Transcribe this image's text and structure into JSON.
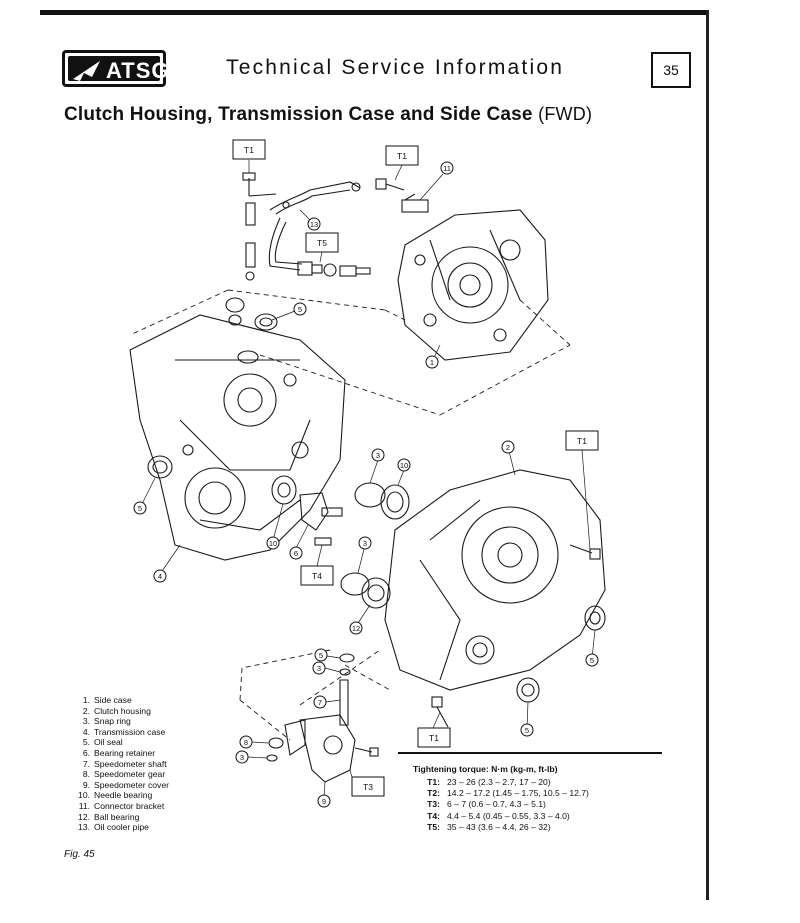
{
  "header": {
    "logo_text": "ATSG",
    "title": "Technical Service Information",
    "page_number": "35"
  },
  "page_title": {
    "main": "Clutch Housing, Transmission Case and Side Case",
    "sub": "(FWD)"
  },
  "diagram": {
    "torque_tags": [
      "T1",
      "T1",
      "T5",
      "T1",
      "T4",
      "T3",
      "T1"
    ],
    "callouts": [
      "11",
      "13",
      "5",
      "1",
      "2",
      "3",
      "10",
      "5",
      "10",
      "6",
      "4",
      "3",
      "12",
      "5",
      "3",
      "7",
      "8",
      "3",
      "9",
      "5",
      "5"
    ]
  },
  "legend": [
    {
      "num": "1.",
      "label": "Side case"
    },
    {
      "num": "2.",
      "label": "Clutch housing"
    },
    {
      "num": "3.",
      "label": "Snap ring"
    },
    {
      "num": "4.",
      "label": "Transmission case"
    },
    {
      "num": "5.",
      "label": "Oil seal"
    },
    {
      "num": "6.",
      "label": "Bearing retainer"
    },
    {
      "num": "7.",
      "label": "Speedometer shaft"
    },
    {
      "num": "8.",
      "label": "Speedometer gear"
    },
    {
      "num": "9.",
      "label": "Speedometer cover"
    },
    {
      "num": "10.",
      "label": "Needle bearing"
    },
    {
      "num": "11.",
      "label": "Connector bracket"
    },
    {
      "num": "12.",
      "label": "Ball bearing"
    },
    {
      "num": "13.",
      "label": "Oil cooler pipe"
    }
  ],
  "torque": {
    "heading": "Tightening torque: N·m (kg-m, ft-lb)",
    "rows": [
      {
        "label": "T1:",
        "value": "23 – 26 (2.3 – 2.7, 17 – 20)"
      },
      {
        "label": "T2:",
        "value": "14.2 – 17.2 (1.45 – 1.75, 10.5 – 12.7)"
      },
      {
        "label": "T3:",
        "value": "6 – 7 (0.6 – 0.7, 4.3 – 5.1)"
      },
      {
        "label": "T4:",
        "value": "4.4 – 5.4 (0.45 – 0.55, 3.3 – 4.0)"
      },
      {
        "label": "T5:",
        "value": "35 – 43 (3.6 – 4.4, 26 – 32)"
      }
    ]
  },
  "figure_label": "Fig. 45"
}
